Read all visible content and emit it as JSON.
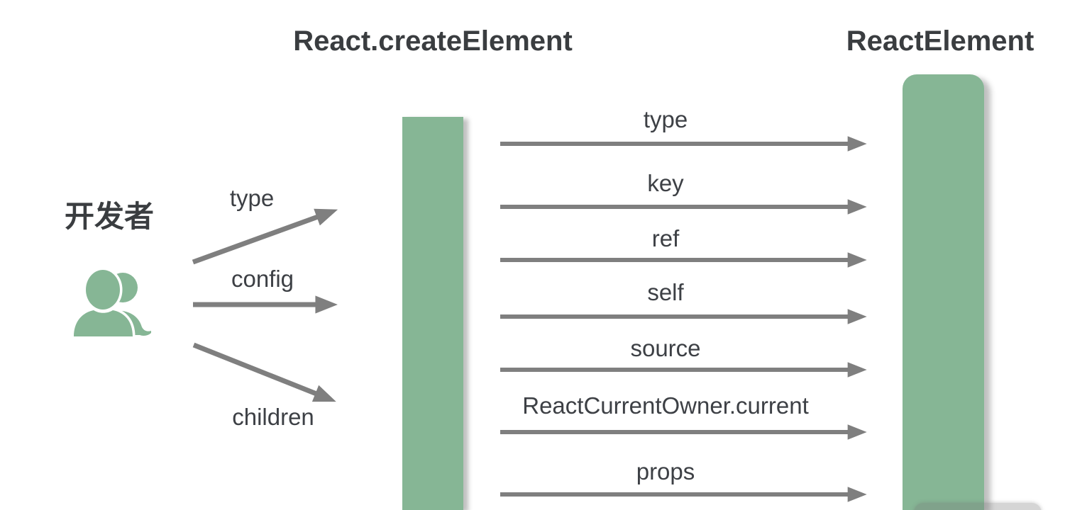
{
  "titles": {
    "create_element": "React.createElement",
    "react_element": "ReactElement"
  },
  "developer": {
    "label": "开发者",
    "icon": "people-icon"
  },
  "inputs": [
    {
      "label": "type"
    },
    {
      "label": "config"
    },
    {
      "label": "children"
    }
  ],
  "fields": [
    {
      "label": "type"
    },
    {
      "label": "key"
    },
    {
      "label": "ref"
    },
    {
      "label": "self"
    },
    {
      "label": "source"
    },
    {
      "label": "ReactCurrentOwner.current"
    },
    {
      "label": "props"
    }
  ],
  "colors": {
    "bar_green": "#86b695",
    "arrow_gray": "#7f7f7f",
    "text_dark": "#3d4045"
  }
}
